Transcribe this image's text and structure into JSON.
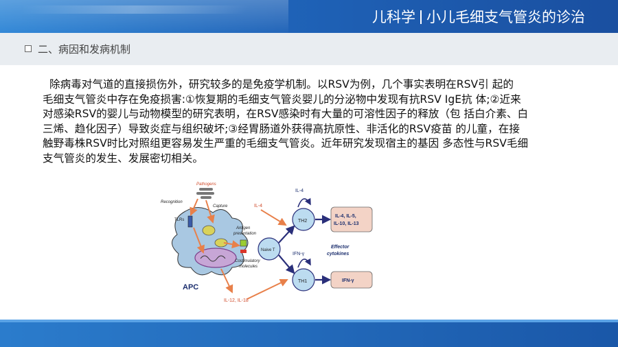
{
  "header": {
    "title_left": "儿科学",
    "title_right": "小儿毛细支气管炎的诊治"
  },
  "section": {
    "heading": "二、病因和发病机制"
  },
  "body": {
    "lines": [
      "除病毒对气道的直接损伤外，研究较多的是免疫学机制。以RSV为例，几个事实表明在RSV引 起的",
      "毛细支气管炎中存在免疫损害:①恢复期的毛细支气管炎婴儿的分泌物中发现有抗RSV IgE抗 体;②近来",
      "对感染RSV的婴儿与动物模型的研究表明，在RSV感染时有大量的可溶性因子的释放（包 括白介素、白",
      "三烯、趋化因子）导致炎症与组织破坏;③经胃肠道外获得高抗原性、非活化的RSV疫苗 的儿童，在接",
      "触野毒株RSV时比对照组更容易发生严重的毛细支气管炎。近年研究发现宿主的基因 多态性与RSV毛细",
      "支气管炎的发生、发展密切相关。"
    ]
  },
  "figure": {
    "pathogens": "Pathogens",
    "recognition": "Recognition",
    "capture": "Capture",
    "tlrs": "TLRs",
    "antigen_presentation_1": "Antigen",
    "antigen_presentation_2": "presentation",
    "costim_1": "Costimulatory",
    "costim_2": "molecules",
    "apc": "APC",
    "il12_il18": "IL-12, IL-18",
    "il4_left": "IL-4",
    "naive_t": "Naive T",
    "il4_top": "IL-4",
    "ifn_label": "IFN-γ",
    "th2": "TH2",
    "th1": "TH1",
    "th2_cytokines_1": "IL-4, IL-5,",
    "th2_cytokines_2": "IL-10, IL-13",
    "th1_cytokine": "IFN-γ",
    "effector_1": "Effector",
    "effector_2": "cytokines"
  },
  "colors": {
    "header_blue": "#1f63b8",
    "subbar_gray": "#e9edf1",
    "apc_fill": "#a9c8e2",
    "cell_fill": "#bcdcf0",
    "arrow_orange": "#e8804a",
    "arrow_navy": "#2a2f7a",
    "box_fill": "#f3d3c6"
  }
}
